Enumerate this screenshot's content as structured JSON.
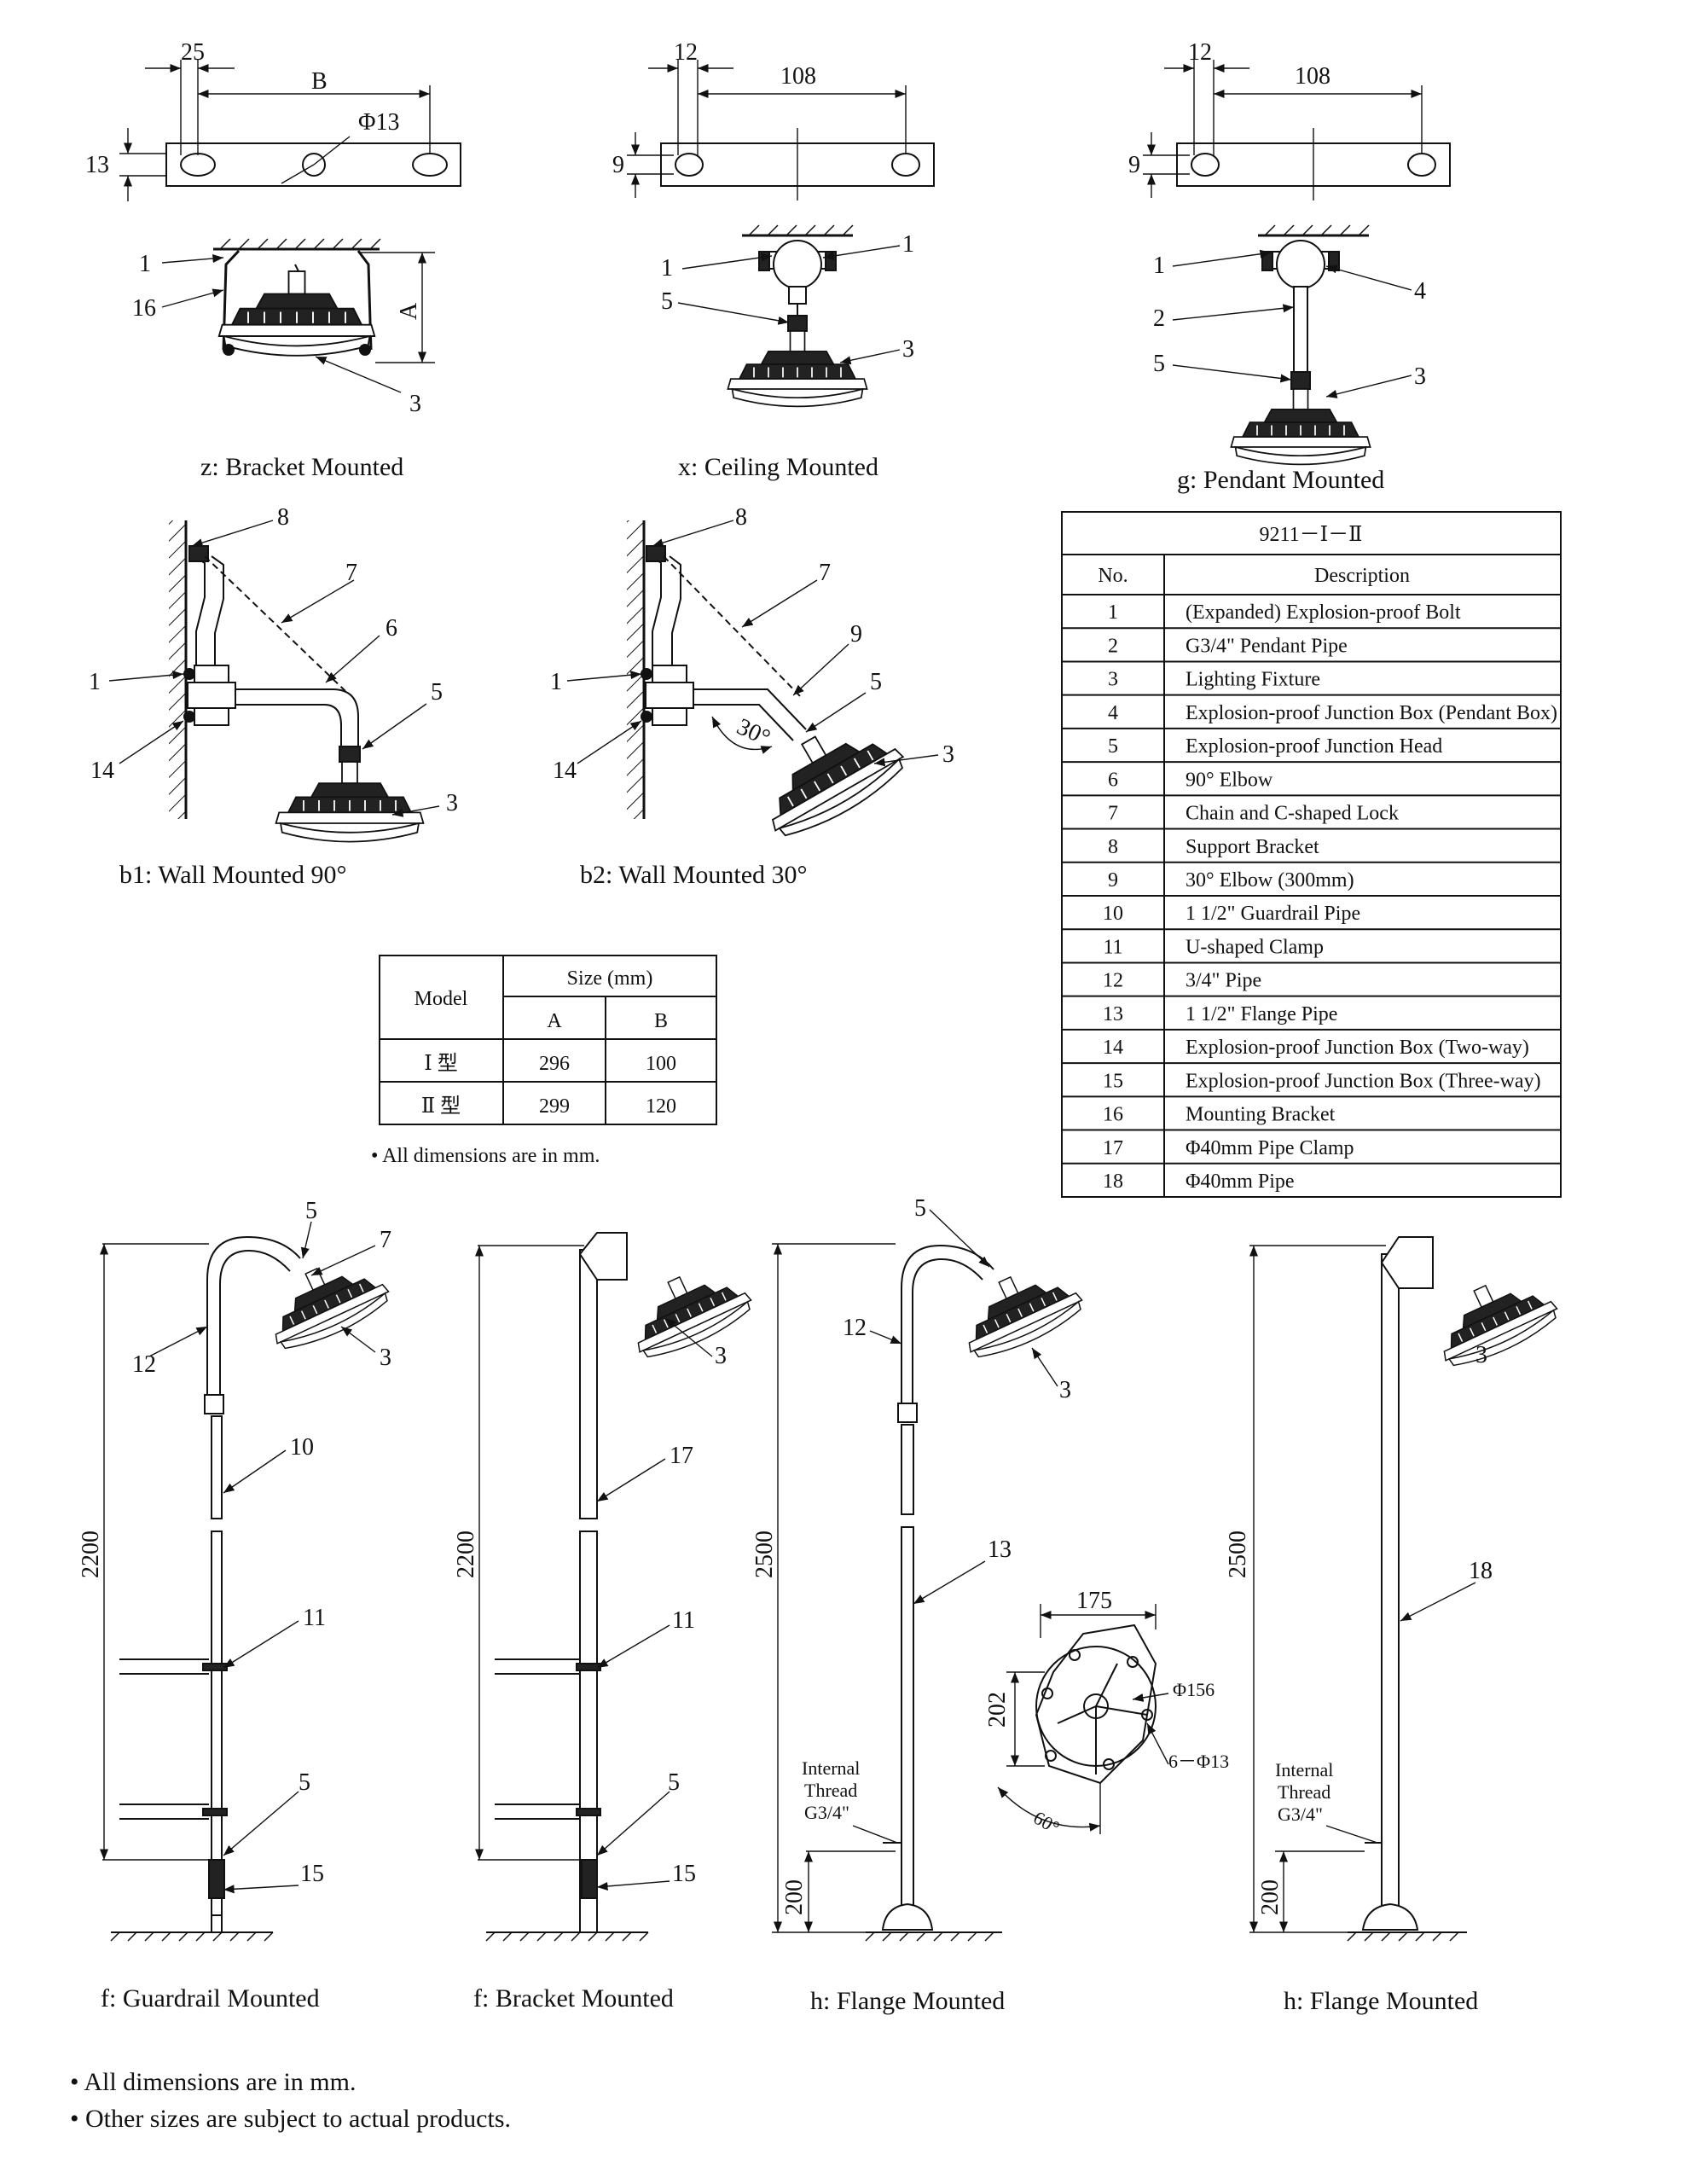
{
  "dims": {
    "d25": "25",
    "dB": "B",
    "phi13": "Φ13",
    "d13": "13",
    "d12a": "12",
    "d108a": "108",
    "d9a": "9",
    "d12b": "12",
    "d108b": "108",
    "d9b": "9",
    "dA": "A",
    "a30": "30°",
    "h2200a": "2200",
    "h2200b": "2200",
    "h2500a": "2500",
    "h2500b": "2500",
    "h200a": "200",
    "h200b": "200",
    "f175": "175",
    "f202": "202",
    "f156": "Φ156",
    "f613": "6－Φ13",
    "f60": "60°"
  },
  "captions": {
    "z": "z:  Bracket Mounted",
    "x": "x:  Ceiling Mounted",
    "g": "g:  Pendant Mounted",
    "b1": "b1:  Wall Mounted 90°",
    "b2": "b2:  Wall Mounted 30°",
    "f1": "f:  Guardrail Mounted",
    "f2": "f:  Bracket Mounted",
    "h1": "h:  Flange Mounted",
    "h2": "h:  Flange Mounted"
  },
  "thread_label": [
    "Internal",
    "Thread",
    "G3/4\""
  ],
  "size_table": {
    "model_header": "Model",
    "size_header": "Size (mm)",
    "col_a": "A",
    "col_b": "B",
    "rows": [
      {
        "model": "Ⅰ 型",
        "a": "296",
        "b": "100"
      },
      {
        "model": "Ⅱ 型",
        "a": "299",
        "b": "120"
      }
    ],
    "note": "• All dimensions are in mm."
  },
  "parts_table": {
    "title": "9211－Ⅰ－Ⅱ",
    "no_header": "No.",
    "desc_header": "Description",
    "rows": [
      {
        "no": "1",
        "desc": "(Expanded) Explosion-proof Bolt"
      },
      {
        "no": "2",
        "desc": "G3/4\" Pendant Pipe"
      },
      {
        "no": "3",
        "desc": "Lighting Fixture"
      },
      {
        "no": "4",
        "desc": "Explosion-proof Junction Box (Pendant Box)"
      },
      {
        "no": "5",
        "desc": "Explosion-proof Junction Head"
      },
      {
        "no": "6",
        "desc": "90°  Elbow"
      },
      {
        "no": "7",
        "desc": "Chain and C-shaped Lock"
      },
      {
        "no": "8",
        "desc": "Support Bracket"
      },
      {
        "no": "9",
        "desc": "30°  Elbow (300mm)"
      },
      {
        "no": "10",
        "desc": "1 1/2\"  Guardrail Pipe"
      },
      {
        "no": "11",
        "desc": "U-shaped Clamp"
      },
      {
        "no": "12",
        "desc": "3/4\" Pipe"
      },
      {
        "no": "13",
        "desc": "1 1/2\"  Flange Pipe"
      },
      {
        "no": "14",
        "desc": "Explosion-proof Junction Box (Two-way)"
      },
      {
        "no": "15",
        "desc": "Explosion-proof Junction Box (Three-way)"
      },
      {
        "no": "16",
        "desc": "Mounting Bracket"
      },
      {
        "no": "17",
        "desc": "Φ40mm Pipe Clamp"
      },
      {
        "no": "18",
        "desc": "Φ40mm Pipe"
      }
    ]
  },
  "footer_notes": [
    "• All dimensions are in mm.",
    "• Other sizes are subject to actual products."
  ]
}
